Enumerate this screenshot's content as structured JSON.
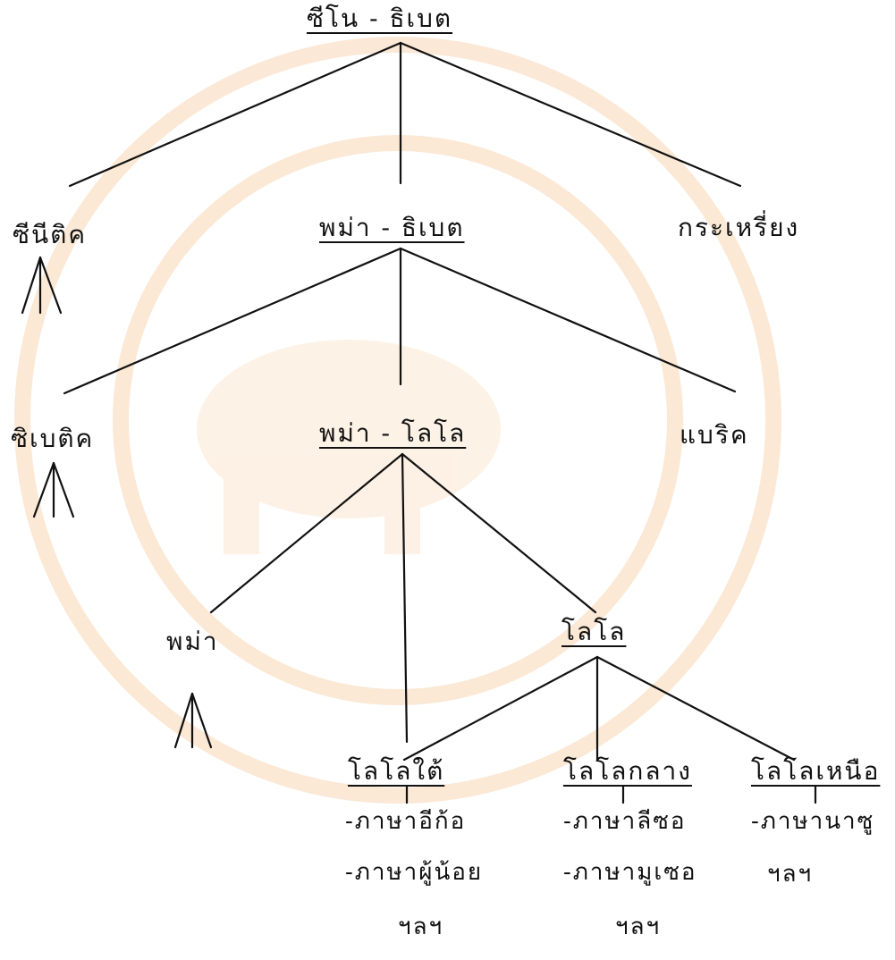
{
  "tree": {
    "root": "ซีโน - ธิเบต",
    "level1": {
      "left": "ซีนีติค",
      "center": "พม่า - ธิเบต",
      "right": "กระเหรี่ยง"
    },
    "level2": {
      "left": "ซิเบติค",
      "center": "พม่า - โลโล",
      "right": "แบริค"
    },
    "level3": {
      "left": "พม่า",
      "right": "โลโล"
    },
    "level4": [
      {
        "name": "โลโลใต้",
        "items": [
          "-ภาษาอีก้อ",
          "-ภาษาผู้น้อย",
          "ฯลฯ"
        ]
      },
      {
        "name": "โลโลกลาง",
        "items": [
          "-ภาษาลีซอ",
          "-ภาษามูเซอ",
          "ฯลฯ"
        ]
      },
      {
        "name": "โลโลเหนือ",
        "items": [
          "-ภาษานาซู",
          "ฯลฯ"
        ]
      }
    ]
  },
  "colors": {
    "ink": "#111111",
    "watermark": "#f3a55a"
  }
}
